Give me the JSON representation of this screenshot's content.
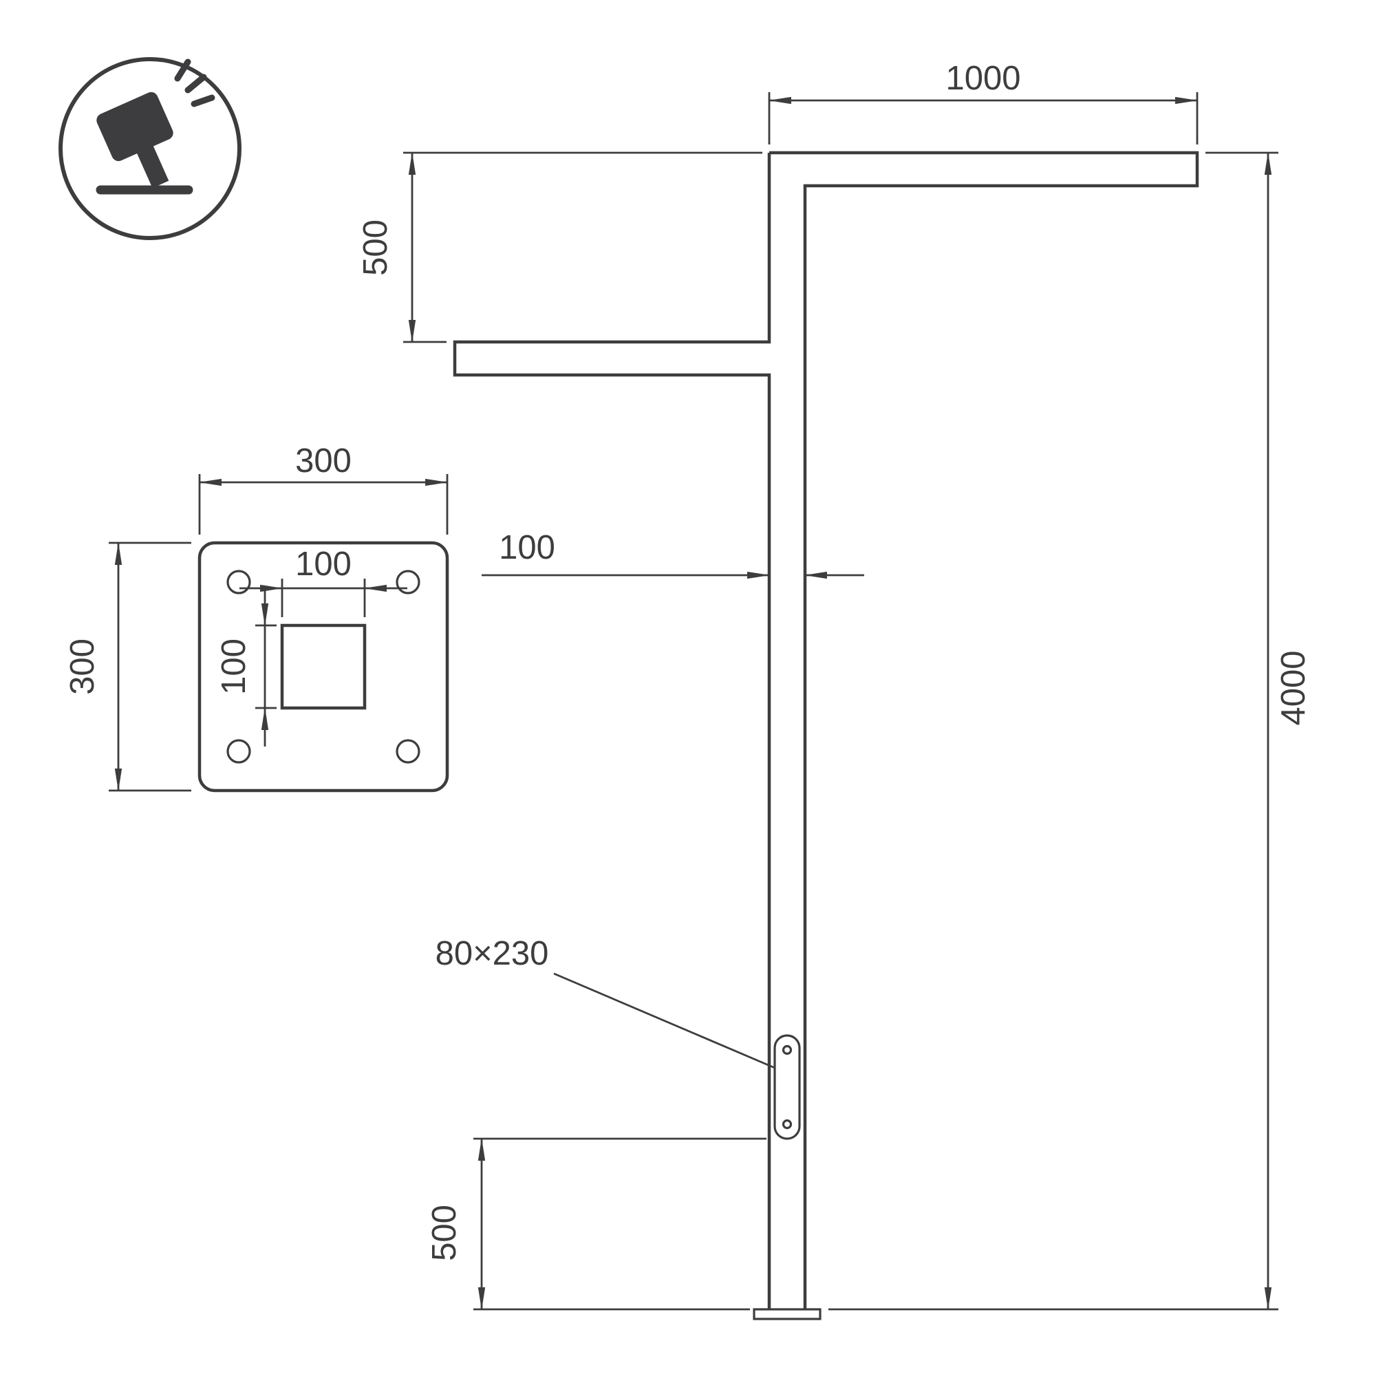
{
  "drawing": {
    "background": "#ffffff",
    "line_color": "#3d3d3f",
    "icon": {
      "name": "tilted-floodlight-luminaire-icon"
    },
    "base_plate_view": {
      "plate_width": "300",
      "plate_height": "300",
      "hole_width": "100",
      "hole_height": "100"
    },
    "elevation_view": {
      "top_arm_length": "1000",
      "arm_vertical_offset": "500",
      "pole_width": "100",
      "pole_height": "4000",
      "service_hatch_size": "80×230",
      "hatch_bottom_height": "500"
    }
  }
}
